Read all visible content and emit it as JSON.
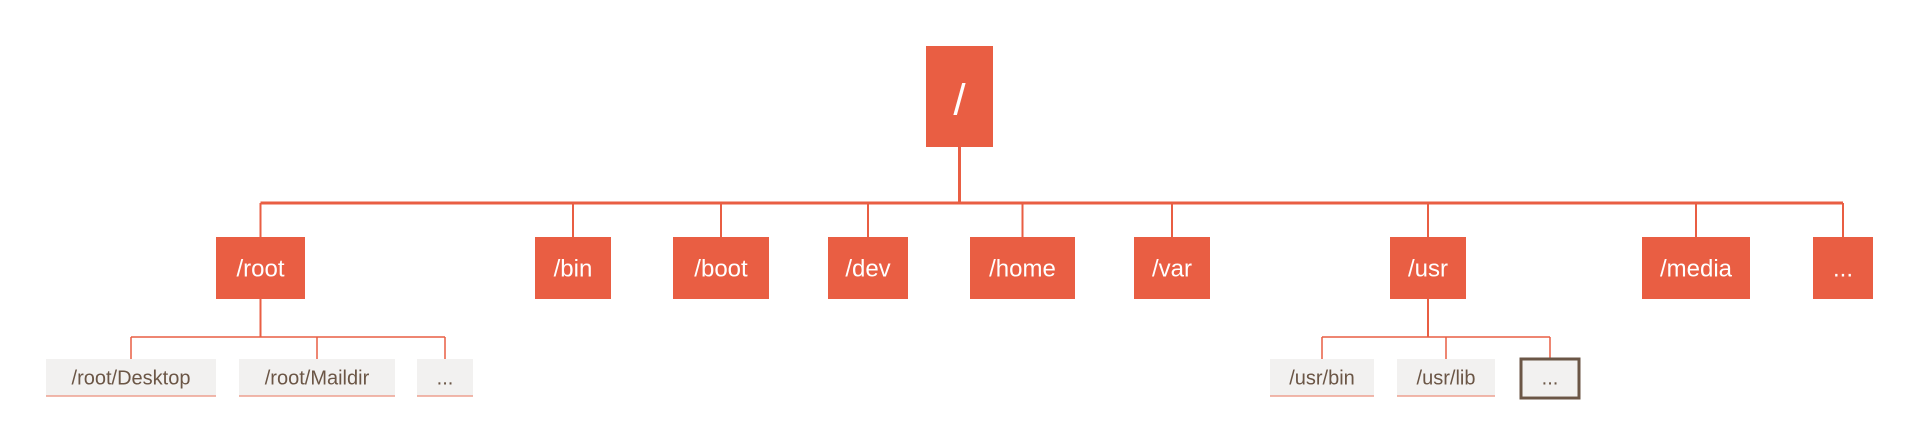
{
  "colors": {
    "accent": "#E95E43",
    "leaf_fill": "#F2F1F0",
    "leaf_text": "#6B5646",
    "leaf_border": "#EDA08F",
    "selected_border": "#6B5646",
    "white": "#FFFFFF"
  },
  "root": {
    "label": "/"
  },
  "dirs": [
    {
      "id": "root",
      "label": "/root"
    },
    {
      "id": "bin",
      "label": "/bin"
    },
    {
      "id": "boot",
      "label": "/boot"
    },
    {
      "id": "dev",
      "label": "/dev"
    },
    {
      "id": "home",
      "label": "/home"
    },
    {
      "id": "var",
      "label": "/var"
    },
    {
      "id": "usr",
      "label": "/usr"
    },
    {
      "id": "media",
      "label": "/media"
    },
    {
      "id": "more",
      "label": "..."
    }
  ],
  "subdirs": {
    "root": [
      {
        "id": "root-desktop",
        "label": "/root/Desktop"
      },
      {
        "id": "root-maildir",
        "label": "/root/Maildir"
      },
      {
        "id": "root-more",
        "label": "..."
      }
    ],
    "usr": [
      {
        "id": "usr-bin",
        "label": "/usr/bin"
      },
      {
        "id": "usr-lib",
        "label": "/usr/lib"
      },
      {
        "id": "usr-more",
        "label": "...",
        "selected": true
      }
    ]
  }
}
